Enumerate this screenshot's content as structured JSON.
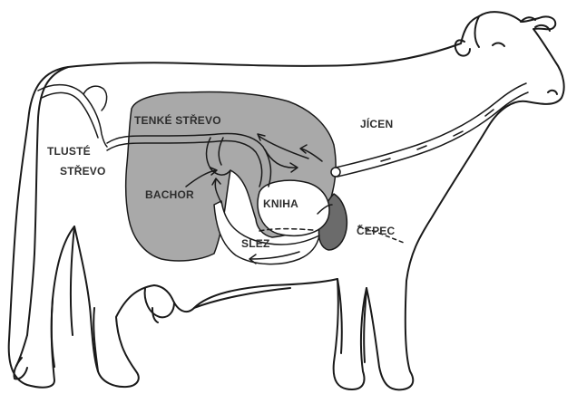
{
  "labels": {
    "tenke_strevo": "TENKÉ STŘEVO",
    "jicen": "JÍCEN",
    "tluste_line1": "TLUSTÉ",
    "tluste_line2": "STŘEVO",
    "bachor": "BACHOR",
    "kniha": "KNIHA",
    "cepec": "ČEPEC",
    "slez": "SLEZ"
  },
  "colors": {
    "outline": "#1a1a1a",
    "organ_fill": "#a9a9a9",
    "cepec_fill": "#6b6b6b",
    "background": "#ffffff"
  }
}
